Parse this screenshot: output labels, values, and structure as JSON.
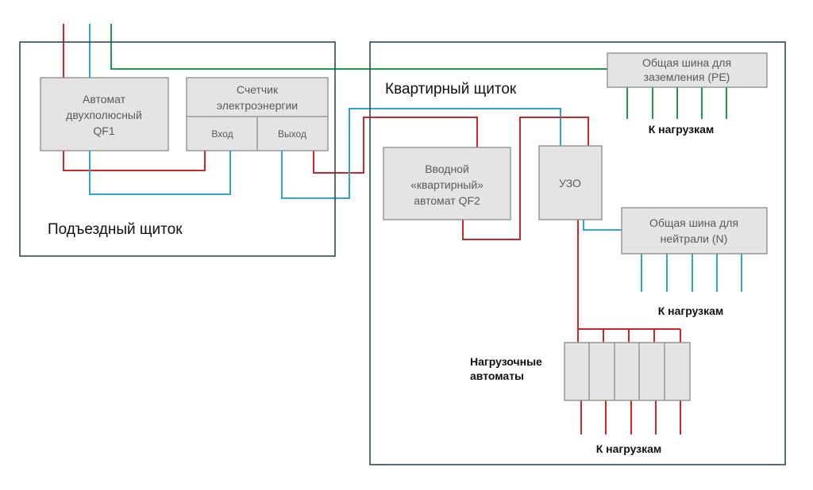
{
  "panels": {
    "entrance": {
      "title": "Подъездный щиток"
    },
    "apartment": {
      "title": "Квартирный щиток"
    }
  },
  "components": {
    "qf1": {
      "lines": [
        "Автомат",
        "двухполюсный",
        "QF1"
      ]
    },
    "meter": {
      "lines": [
        "Счетчик",
        "электроэнергии"
      ],
      "input_label": "Вход",
      "output_label": "Выход"
    },
    "qf2": {
      "lines": [
        "Вводной",
        "«квартирный»",
        "автомат QF2"
      ]
    },
    "rcd": {
      "label": "УЗО"
    },
    "pe_bus": {
      "lines": [
        "Общая шина  для",
        "заземления (PE)"
      ]
    },
    "n_bus": {
      "lines": [
        "Общая шина для",
        "нейтрали (N)"
      ]
    },
    "load_breakers": {
      "lines": [
        "Нагрузочные",
        "автоматы"
      ]
    }
  },
  "labels": {
    "to_loads_pe": "К нагрузкам",
    "to_loads_n": "К нагрузкам",
    "to_loads_breakers": "К нагрузкам"
  },
  "colors": {
    "phase": "#d0262b",
    "neutral": "#2aa6cf",
    "ground": "#1e9a4c",
    "frame": "#2f4858",
    "box_fill": "#e4e4e4"
  }
}
